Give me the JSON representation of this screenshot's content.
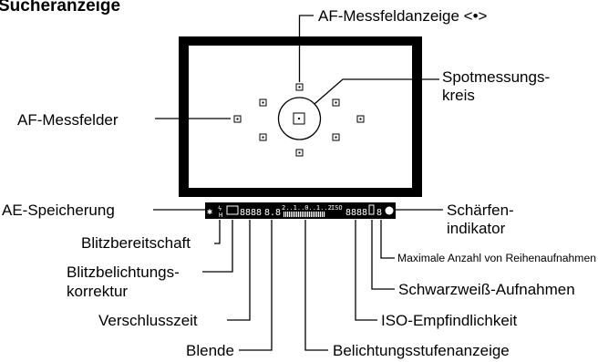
{
  "title": "Sucheranzeige",
  "labels": {
    "af_indicator": "AF-Messfeldanzeige <•>",
    "spot_circle_1": "Spotmessungs-",
    "spot_circle_2": "kreis",
    "af_points": "AF-Messfelder",
    "ae_lock": "AE-Speicherung",
    "flash_ready": "Blitzbereitschaft",
    "flash_comp_1": "Blitzbelichtungs-",
    "flash_comp_2": "korrektur",
    "shutter": "Verschlusszeit",
    "aperture": "Blende",
    "exposure_scale": "Belichtungsstufenanzeige",
    "iso": "ISO-Empfindlichkeit",
    "monochrome": "Schwarzweiß-Aufnahmen",
    "max_burst": "Maximale Anzahl von Reihenaufnahmen",
    "focus_1": "Schärfen-",
    "focus_2": "indikator"
  },
  "display": {
    "ae_symbol": "✱",
    "flash_symbol": "ϟ",
    "shutter_digits": "8888",
    "aperture_digits": "8.8",
    "scale_text": "2..1..0..1..2",
    "iso_label": "ISO",
    "iso_digits": "8888",
    "burst_digits": "8"
  },
  "colors": {
    "ink": "#000000",
    "paper": "#ffffff"
  }
}
